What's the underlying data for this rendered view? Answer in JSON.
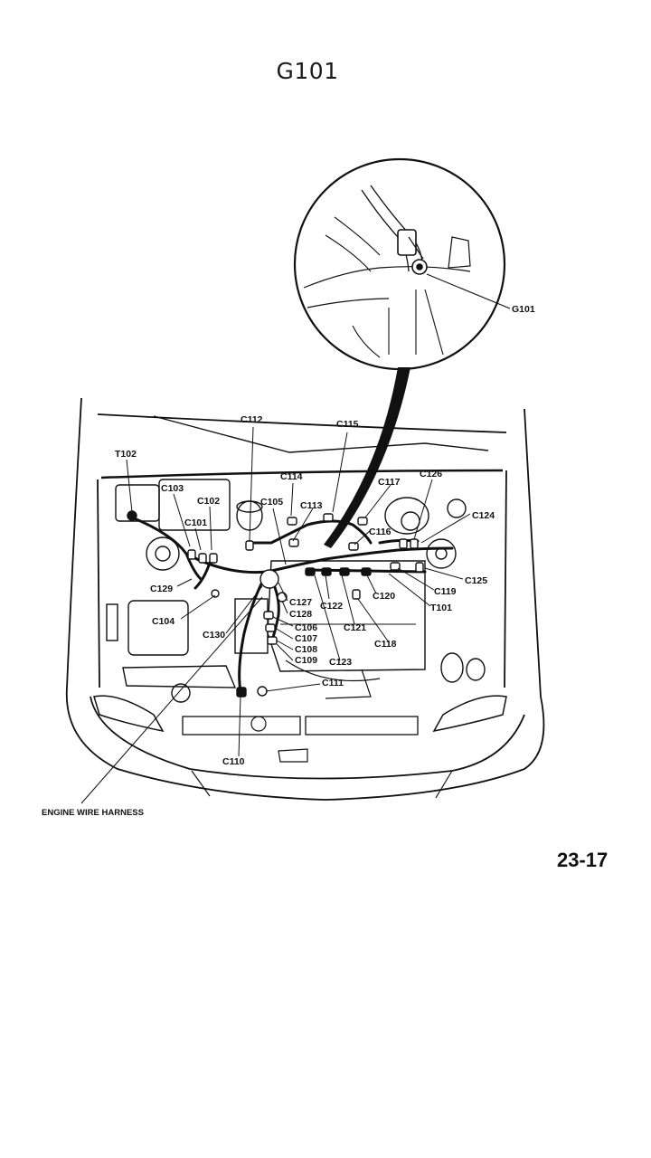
{
  "page": {
    "title": "G101",
    "page_number": "23-17"
  },
  "inset": {
    "label": "G101"
  },
  "harness_label": "ENGINE WIRE HARNESS",
  "callouts": {
    "T102": "T102",
    "C103": "C103",
    "C102": "C102",
    "C101": "C101",
    "C112": "C112",
    "C115": "C115",
    "C114": "C114",
    "C105": "C105",
    "C113": "C113",
    "C117": "C117",
    "C126": "C126",
    "C124": "C124",
    "C116": "C116",
    "C125": "C125",
    "C119": "C119",
    "C120": "C120",
    "T101": "T101",
    "C129": "C129",
    "C104": "C104",
    "C127": "C127",
    "C128": "C128",
    "C122": "C122",
    "C121": "C121",
    "C106": "C106",
    "C130": "C130",
    "C107": "C107",
    "C108": "C108",
    "C109": "C109",
    "C123": "C123",
    "C118": "C118",
    "C111": "C111",
    "C110": "C110"
  }
}
